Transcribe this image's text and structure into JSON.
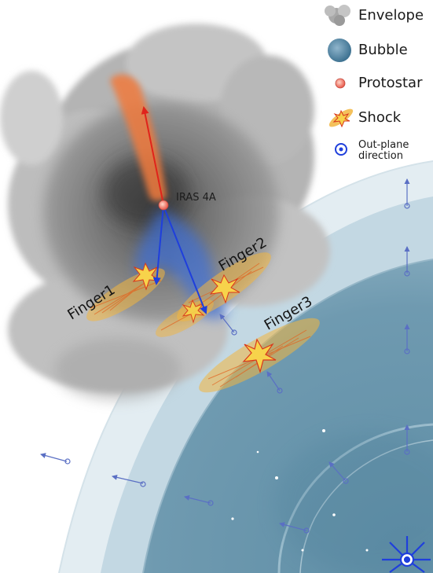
{
  "legend": {
    "items": [
      {
        "label": "Envelope",
        "icon": "envelope-icon"
      },
      {
        "label": "Bubble",
        "icon": "bubble-icon"
      },
      {
        "label": "Protostar",
        "icon": "protostar-icon"
      },
      {
        "label": "Shock",
        "icon": "shock-icon"
      },
      {
        "label": "Out-plane direction",
        "lines": [
          "Out-plane",
          "direction"
        ],
        "icon": "out-plane-direction-icon"
      }
    ]
  },
  "source": {
    "label": "IRAS 4A"
  },
  "fingers": [
    {
      "label": "Finger1"
    },
    {
      "label": "Finger2"
    },
    {
      "label": "Finger3"
    }
  ],
  "colors": {
    "envelope": "#8a8a8a",
    "bubble": "#5f8ea6",
    "red_lobe": "#f07a3c",
    "blue_lobe": "#3a6fe0",
    "shock": "#f2b640",
    "red_arrow": "#e0241b",
    "blue_arrow": "#1f3fdc"
  }
}
